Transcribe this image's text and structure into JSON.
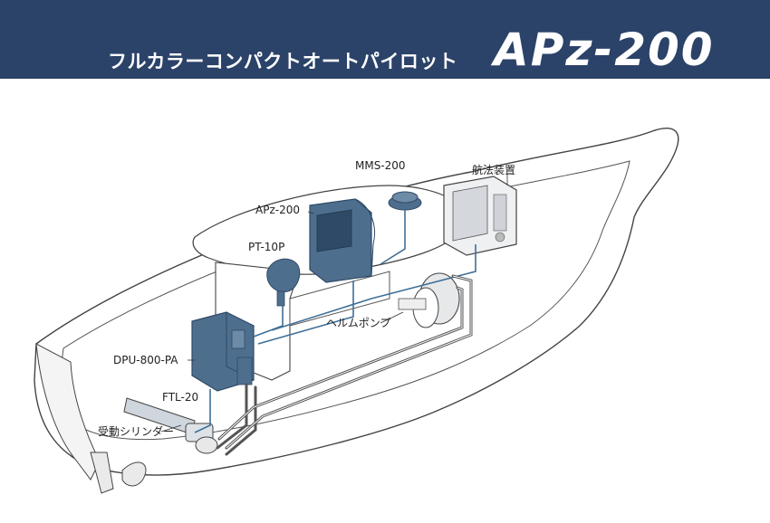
{
  "header": {
    "subtitle": "フルカラーコンパクトオートパイロット",
    "title": "APz-200"
  },
  "labels": {
    "mms": "MMS-200",
    "nav": "航法装置",
    "apz": "APz-200",
    "pt": "PT-10P",
    "dpu": "DPU-800-PA",
    "helm": "ヘルムポンプ",
    "ftl": "FTL-20",
    "cyl": "受動シリンダー"
  },
  "colors": {
    "banner": "#2b4269",
    "unit_fill": "#4e6e8e",
    "unit_dark": "#2f4a66",
    "cable_blue": "#3f6f97",
    "hose_dark": "#555555",
    "outline": "#444444"
  }
}
